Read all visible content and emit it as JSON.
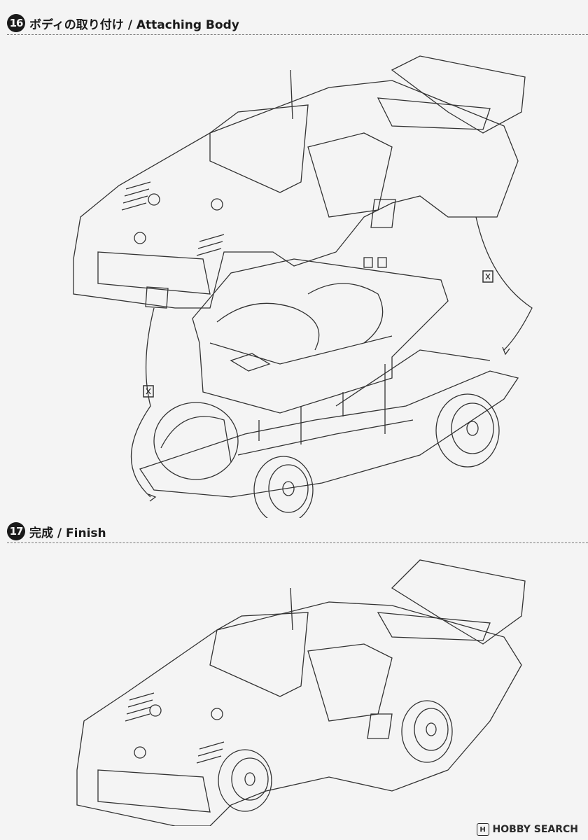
{
  "steps": [
    {
      "number": "16",
      "title": "ボディの取り付け / Attaching Body"
    },
    {
      "number": "17",
      "title": "完成 / Finish"
    }
  ],
  "footer": {
    "brand": "HOBBY SEARCH",
    "logo_letter": "H"
  },
  "icons": [
    "glue-mark-icon",
    "glue-mark-icon"
  ]
}
